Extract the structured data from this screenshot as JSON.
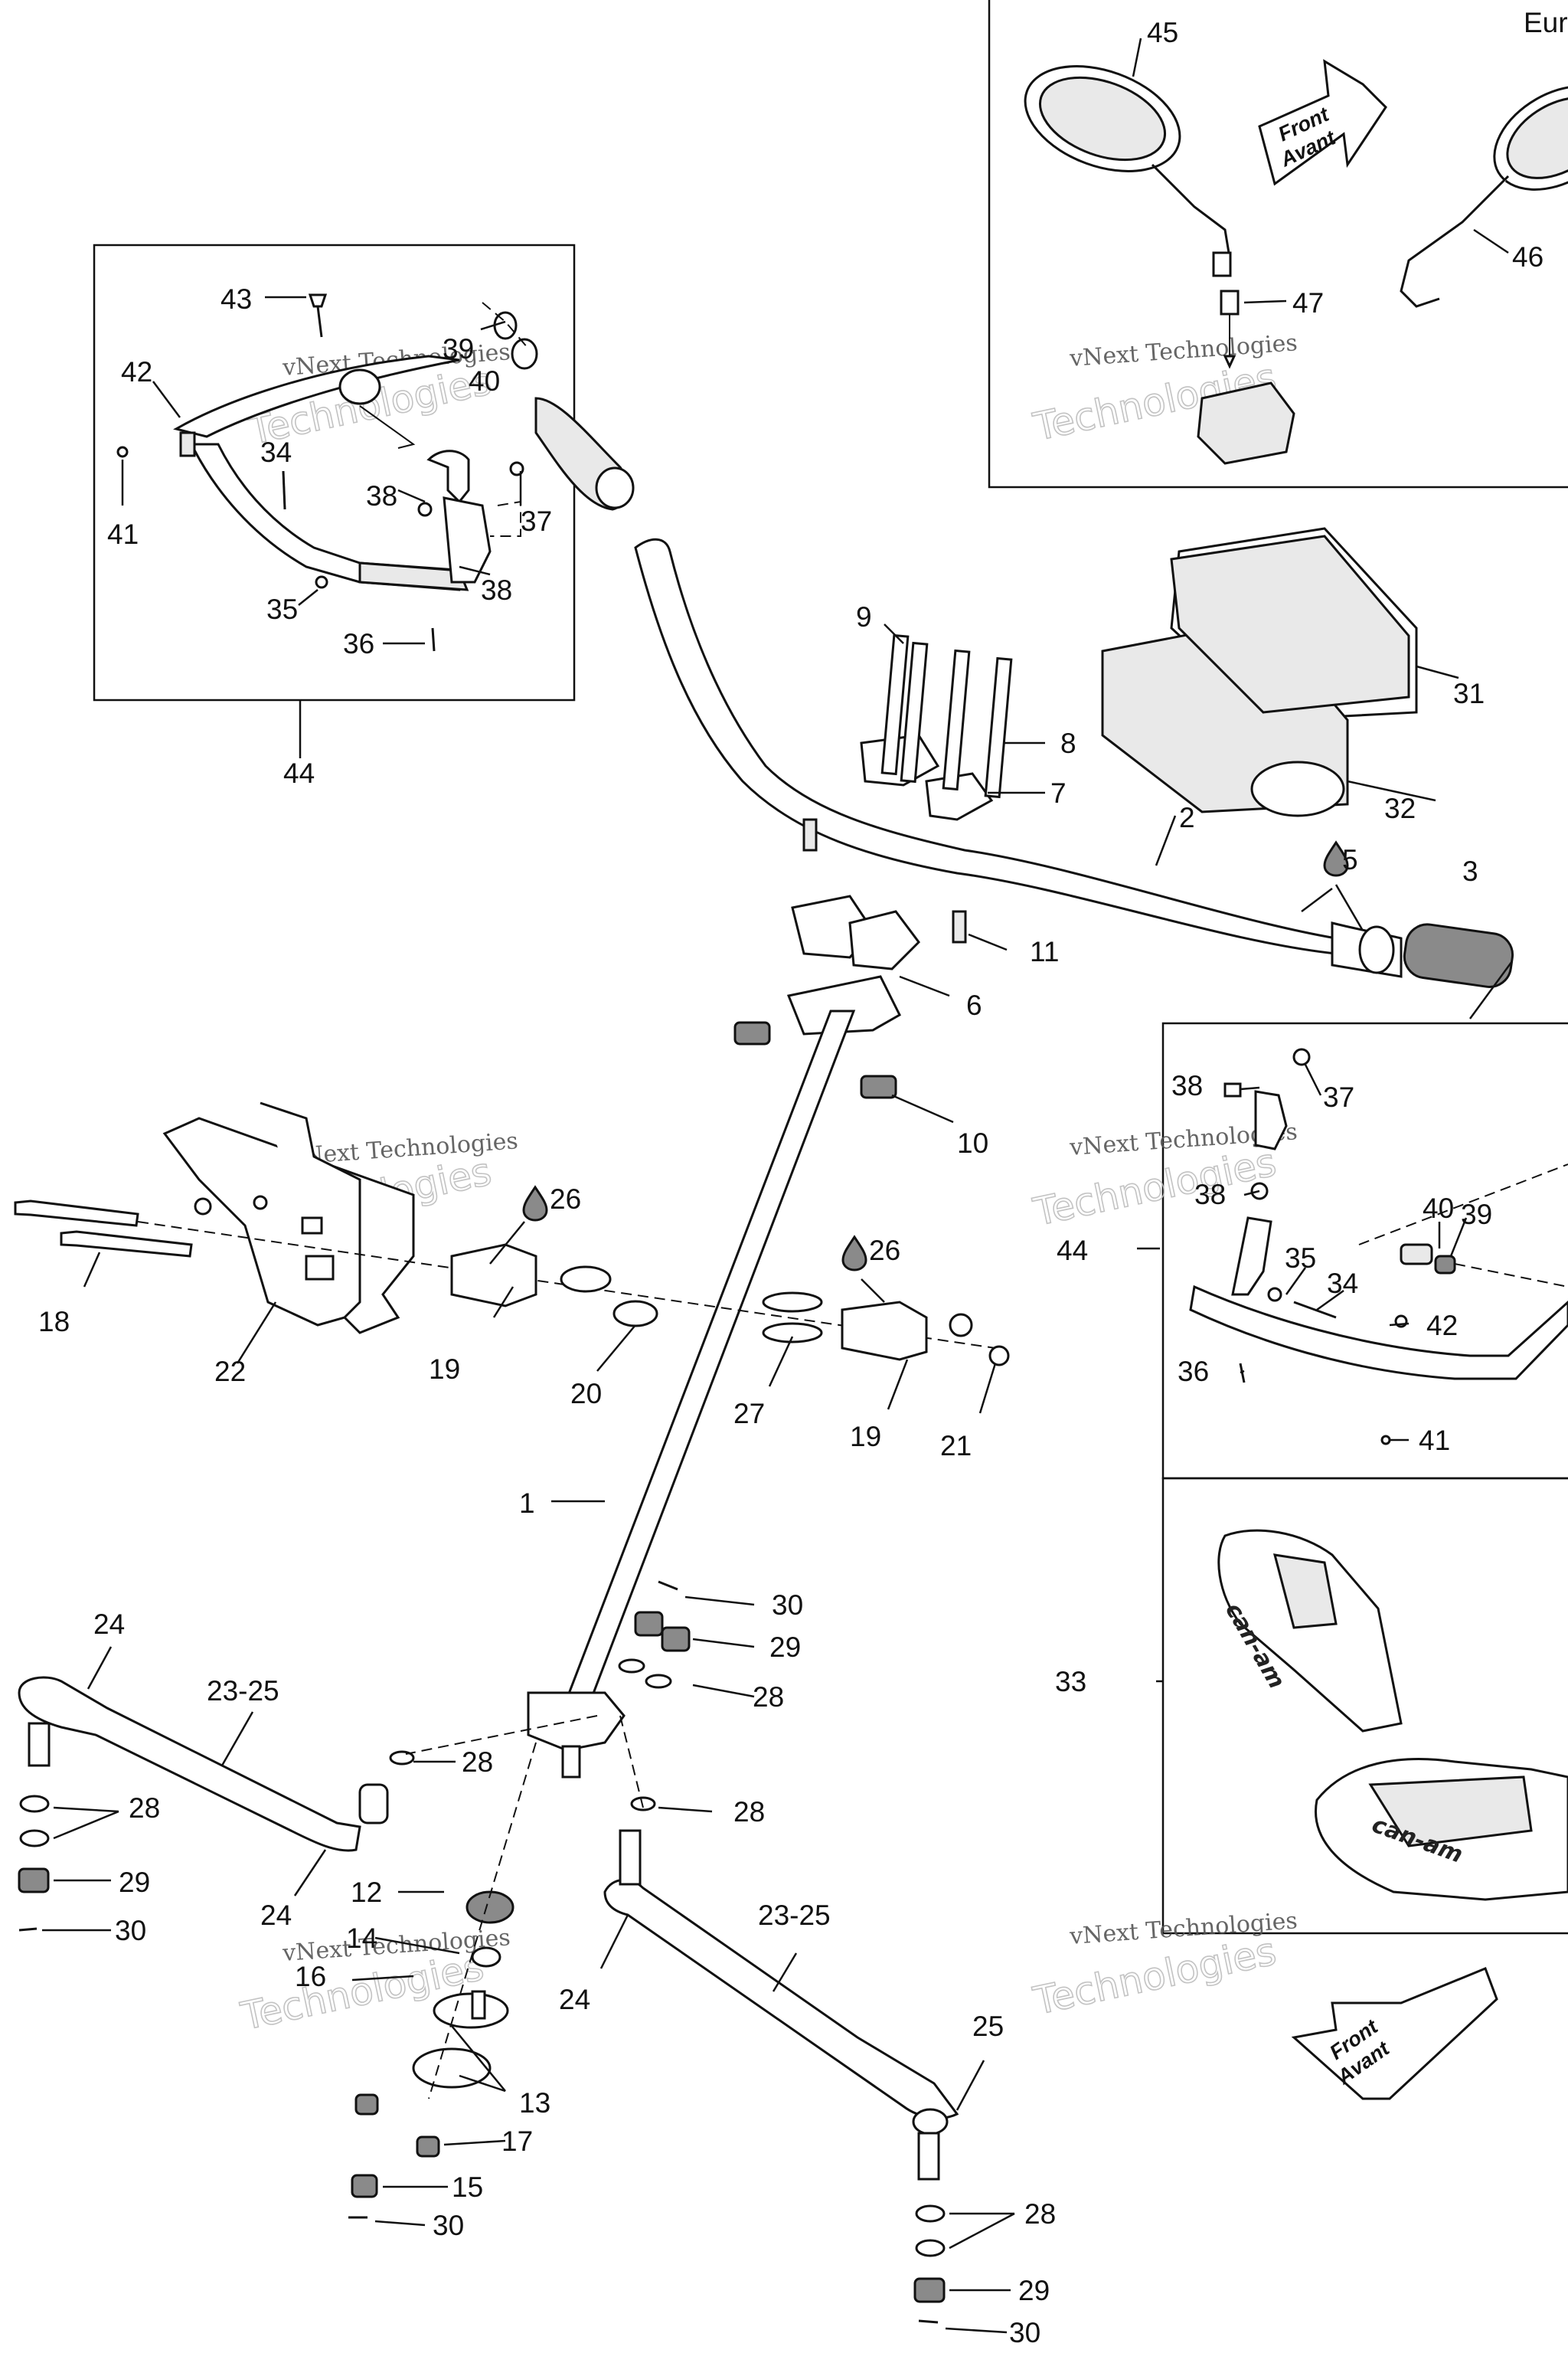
{
  "header": {
    "region_label": "Eur"
  },
  "direction_arrow": {
    "line1": "Front",
    "line2": "Avant"
  },
  "watermark": {
    "line1": "vNext Technologies",
    "line2": "Technologies"
  },
  "brand_logo": "can-am",
  "callouts": {
    "c1": "1",
    "c2": "2",
    "c3": "3",
    "c5": "5",
    "c6": "6",
    "c7": "7",
    "c8": "8",
    "c9": "9",
    "c10": "10",
    "c11": "11",
    "c12": "12",
    "c13": "13",
    "c14": "14",
    "c15": "15",
    "c16": "16",
    "c17": "17",
    "c18": "18",
    "c19": "19",
    "c20": "20",
    "c21": "21",
    "c22": "22",
    "c23_25": "23-25",
    "c24": "24",
    "c25": "25",
    "c26": "26",
    "c27": "27",
    "c28": "28",
    "c29": "29",
    "c30": "30",
    "c31": "31",
    "c32": "32",
    "c33": "33",
    "c34": "34",
    "c35": "35",
    "c36": "36",
    "c37": "37",
    "c38": "38",
    "c39": "39",
    "c40": "40",
    "c41": "41",
    "c42": "42",
    "c43": "43",
    "c44": "44",
    "c45": "45",
    "c46": "46",
    "c47": "47"
  }
}
